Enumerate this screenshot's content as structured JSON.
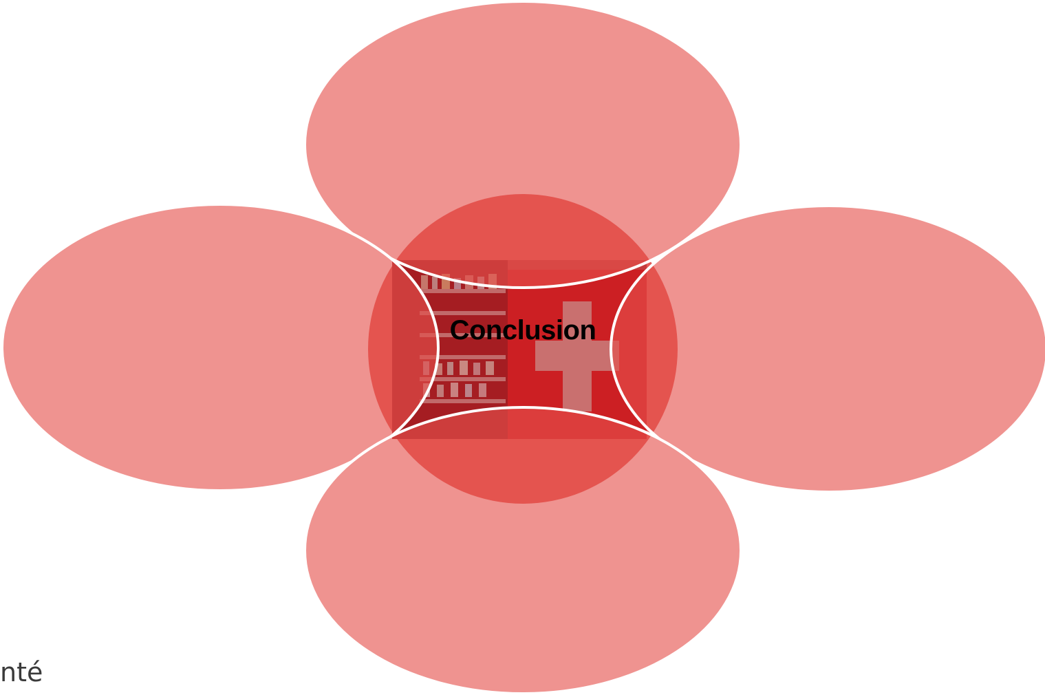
{
  "diagram": {
    "center_label": "Conclusion",
    "colors": {
      "petal_fill": "#ee9390",
      "center_fill": "#e25a56",
      "photo_dark": "#b41e22",
      "photo_red": "#cc1f23",
      "cross_fill": "#c9706f",
      "outline": "#ffffff",
      "label_color": "#000000"
    },
    "center_image": {
      "icon": "pharmacy-cross-photo"
    }
  },
  "slide": {
    "footer_fragment": "nté"
  }
}
